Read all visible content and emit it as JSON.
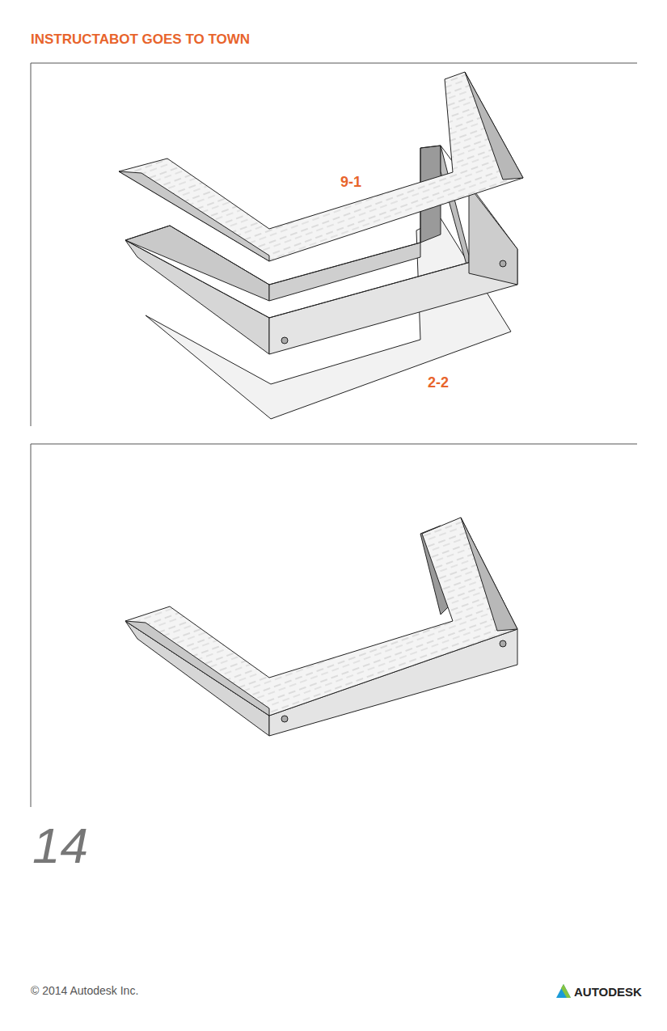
{
  "diagram": {
    "title": "INSTRUCTABOT GOES TO TOWN",
    "labels": [
      "9-1",
      "2-2",
      "14",
      "© 2014 Autodesk Inc.",
      "AUTODESK"
    ]
  }
}
